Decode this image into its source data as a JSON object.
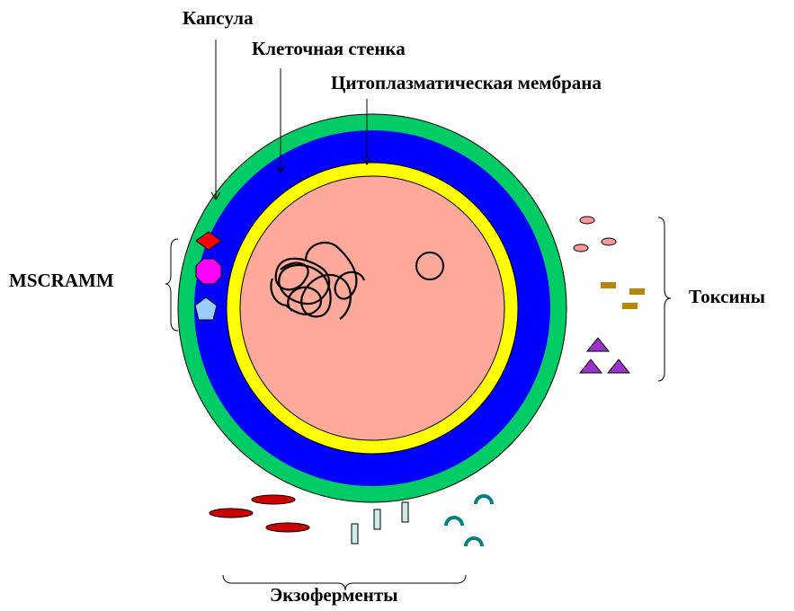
{
  "labels": {
    "capsule": "Капсула",
    "cell_wall": "Клеточная стенка",
    "cytoplasmic_membrane": "Цитоплазматическая мембрана",
    "mscramm": "MSCRAMM",
    "toxins": "Токсины",
    "exoenzymes": "Экзоферменты"
  },
  "colors": {
    "capsule": "#00cc66",
    "cell_wall": "#0000ff",
    "membrane": "#ffff00",
    "cytoplasm": "#ffa99a",
    "mscramm_diamond": "#ff0000",
    "mscramm_octagon": "#ff00ff",
    "mscramm_pentagon": "#99ccff",
    "toxin_oval": "#ff9999",
    "toxin_rect": "#b8860b",
    "toxin_triangle": "#9933cc",
    "enzyme_oval": "#cc0000",
    "enzyme_rect": "#ccecec",
    "enzyme_arc": "#008080"
  }
}
